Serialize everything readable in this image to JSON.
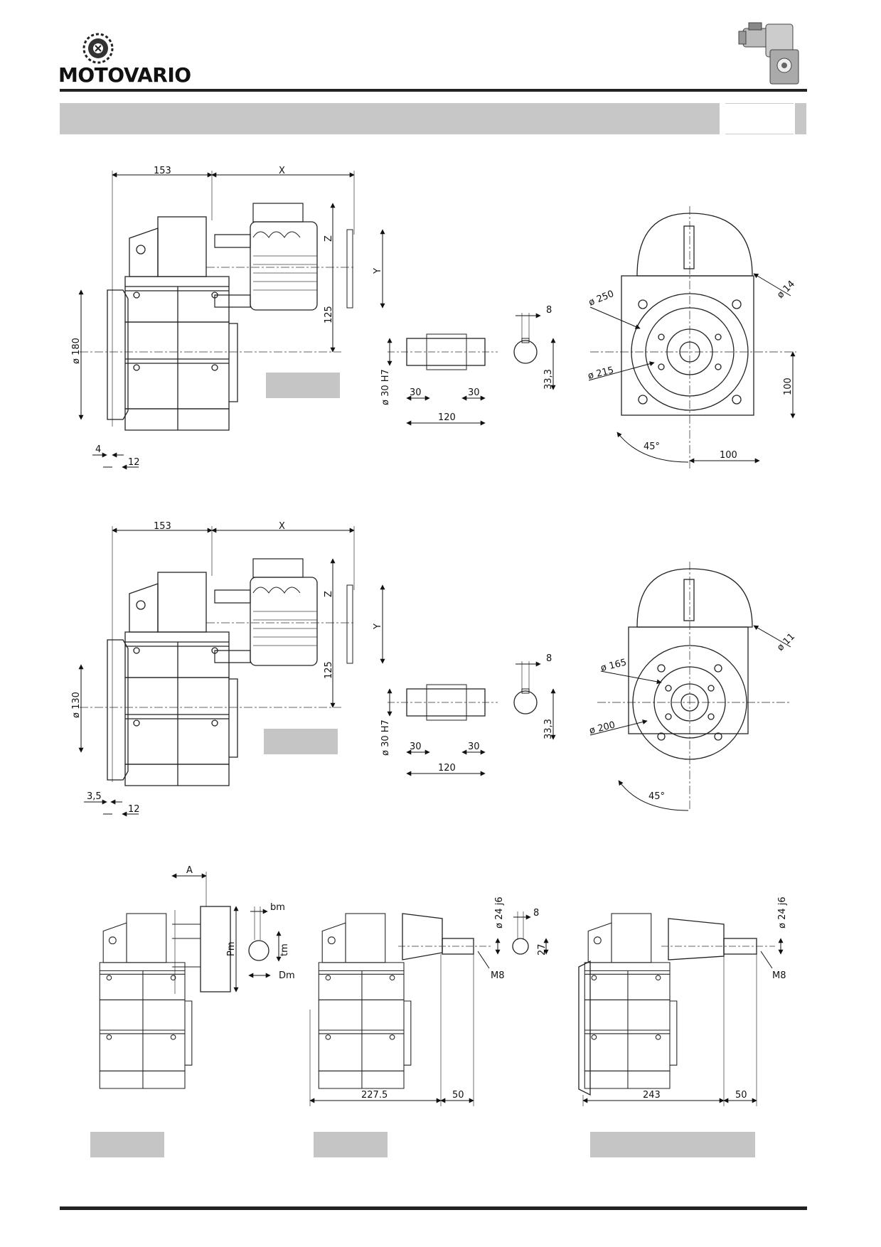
{
  "brand": {
    "name": "MOTOVARIO"
  },
  "dims": {
    "d153": "153",
    "dX": "X",
    "dZ": "Z",
    "dY": "Y",
    "d125": "125",
    "d180": "ø 180",
    "d4": "4",
    "d12": "12",
    "d8": "8",
    "d30H7": "ø 30 H7",
    "d30a": "30",
    "d30b": "30",
    "d120": "120",
    "d333": "33,3",
    "d250": "ø 250",
    "d14": "ø 14",
    "d215": "ø 215",
    "d100v": "100",
    "d100h": "100",
    "d45": "45°",
    "d153b": "153",
    "dXb": "X",
    "dZb": "Z",
    "dYb": "Y",
    "d125b": "125",
    "d130": "ø 130",
    "d35": "3,5",
    "d12b": "12",
    "d8b": "8",
    "d30H7b": "ø 30 H7",
    "d30c": "30",
    "d30d": "30",
    "d120b": "120",
    "d333b": "33,3",
    "d165": "ø 165",
    "d11": "ø 11",
    "d200": "ø 200",
    "d45b": "45°",
    "dA": "A",
    "dbm": "bm",
    "dPm": "Pm",
    "dtm": "tm",
    "dDm": "Dm",
    "d24j6": "ø 24 j6",
    "dM8": "M8",
    "d8c": "8",
    "d27": "27",
    "d2275": "227.5",
    "d50": "50",
    "d24j6b": "ø 24 j6",
    "dM8b": "M8",
    "d243": "243",
    "d50b": "50"
  }
}
